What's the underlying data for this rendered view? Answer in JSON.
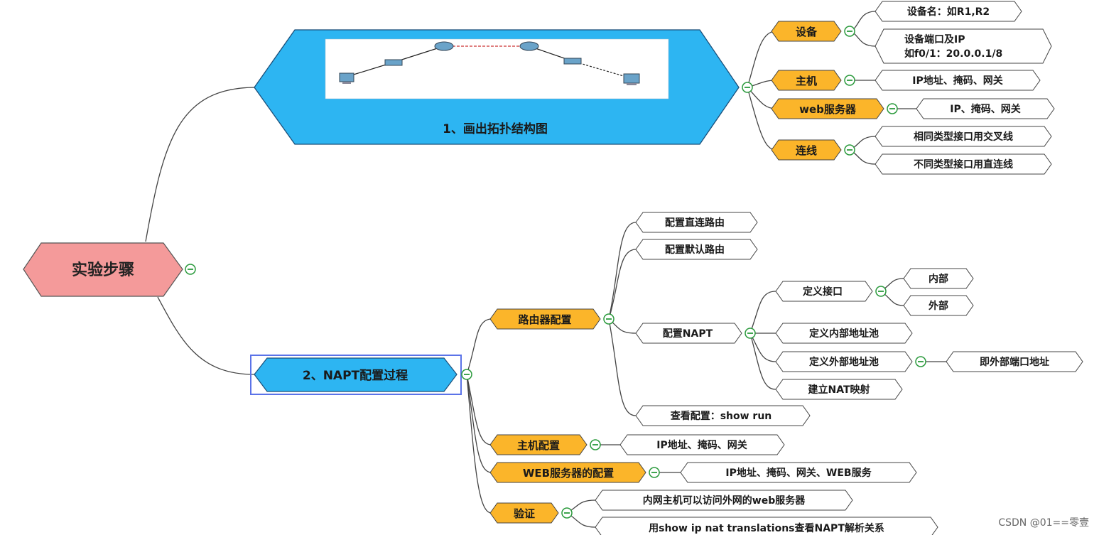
{
  "root": {
    "label": "实验步骤"
  },
  "branch1": {
    "label": "1、画出拓扑结构图",
    "children": [
      {
        "label": "设备",
        "leaves": [
          "设备名：如R1,R2",
          "设备端口及IP",
          "如f0/1：20.0.0.1/8"
        ]
      },
      {
        "label": "主机",
        "leaves": [
          "IP地址、掩码、网关"
        ]
      },
      {
        "label": "web服务器",
        "leaves": [
          "IP、掩码、网关"
        ]
      },
      {
        "label": "连线",
        "leaves": [
          "相同类型接口用交叉线",
          "不同类型接口用直连线"
        ]
      }
    ]
  },
  "branch2": {
    "label": "2、NAPT配置过程",
    "router": {
      "label": "路由器配置",
      "items": [
        "配置直连路由",
        "配置默认路由",
        "配置NAPT",
        "查看配置：show run"
      ],
      "napt": {
        "define_iface": "定义接口",
        "iface_leaves": [
          "内部",
          "外部"
        ],
        "inner_pool": "定义内部地址池",
        "outer_pool": "定义外部地址池",
        "outer_pool_note": "即外部端口地址",
        "mapping": "建立NAT映射"
      }
    },
    "host": {
      "label": "主机配置",
      "leaf": "IP地址、掩码、网关"
    },
    "web": {
      "label": "WEB服务器的配置",
      "leaf": "IP地址、掩码、网关、WEB服务"
    },
    "verify": {
      "label": "验证",
      "leaves": [
        "内网主机可以访问外网的web服务器",
        "用show ip nat translations查看NAPT解析关系"
      ]
    }
  },
  "watermark": "CSDN @01==零壹",
  "colors": {
    "root": "#f49a9a",
    "main": "#2db5f2",
    "sub": "#fbb52a",
    "leaf": "#ffffff",
    "selection": "#5b73e8"
  }
}
